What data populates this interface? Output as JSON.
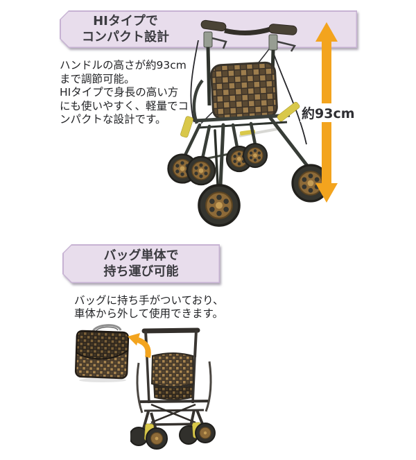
{
  "colors": {
    "ribbon_fill": "#e8ddec",
    "ribbon_border": "#c7b2d3",
    "arrow_orange": "#f3a41e",
    "accent_yellow": "#d9c84a",
    "text_dark": "#222326",
    "background": "#ffffff"
  },
  "section_hi_type": {
    "heading": "HIタイプで\nコンパクト設計",
    "description": "ハンドルの高さが約93cm\nまで調節可能。\nHIタイプで身長の高い方\nにも使いやすく、軽量でコ\nンパクトな設計です。",
    "measurement": "約93cm"
  },
  "section_bag": {
    "heading": "バッグ単体で\n持ち運び可能",
    "description": "バッグに持ち手がついており、\n車体から外して使用できます。"
  }
}
